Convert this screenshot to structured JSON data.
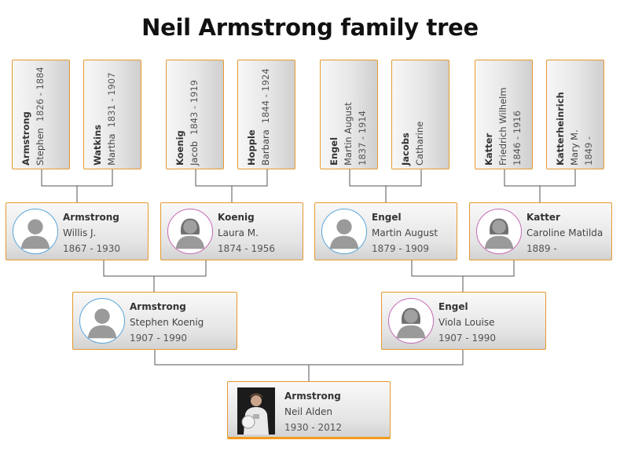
{
  "title": "Neil Armstrong family tree",
  "great_grandparents": [
    {
      "surname": "Armstrong",
      "given": "Stephen",
      "dates": "1826 - 1884"
    },
    {
      "surname": "Watkins",
      "given": "Martha",
      "dates": "1831 - 1907"
    },
    {
      "surname": "Koenig",
      "given": "Jacob",
      "dates": "1843 - 1919"
    },
    {
      "surname": "Hopple",
      "given": "Barbara",
      "dates": "1844 - 1924"
    },
    {
      "surname": "Engel",
      "given": "Martin August",
      "dates": "1837 - 1914"
    },
    {
      "surname": "Jacobs",
      "given": "Catharine",
      "dates": ""
    },
    {
      "surname": "Katter",
      "given": "Friedrich Wilhelm",
      "dates": "1846 - 1916"
    },
    {
      "surname": "Katterheinrich",
      "given": "Mary M.",
      "dates": "1849 -"
    }
  ],
  "grandparents": [
    {
      "surname": "Armstrong",
      "given": "Willis J.",
      "dates": "1867 - 1930",
      "sex": "male"
    },
    {
      "surname": "Koenig",
      "given": "Laura M.",
      "dates": "1874 - 1956",
      "sex": "female"
    },
    {
      "surname": "Engel",
      "given": "Martin August",
      "dates": "1879 - 1909",
      "sex": "male"
    },
    {
      "surname": "Katter",
      "given": "Caroline Matilda",
      "dates": "1889 -",
      "sex": "female"
    }
  ],
  "parents": [
    {
      "surname": "Armstrong",
      "given": "Stephen Koenig",
      "dates": "1907 - 1990",
      "sex": "male"
    },
    {
      "surname": "Engel",
      "given": "Viola Louise",
      "dates": "1907 - 1990",
      "sex": "female"
    }
  ],
  "root": {
    "surname": "Armstrong",
    "given": "Neil Alden",
    "dates": "1930 - 2012"
  },
  "colors": {
    "card_border": "#e59a2e",
    "male_ring": "#5aa6dc",
    "female_ring": "#c66bb7",
    "connector": "#555555",
    "root_accent": "#f09b1e"
  }
}
